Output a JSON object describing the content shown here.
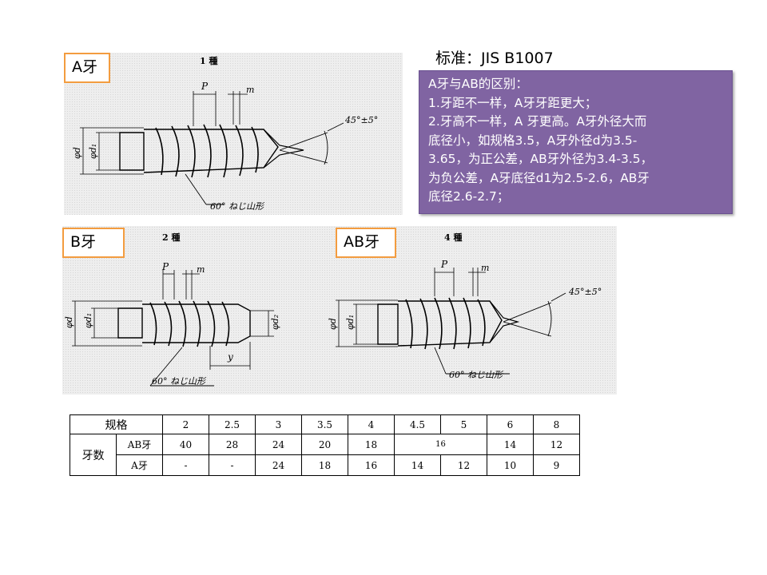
{
  "standard_label": "标准：JIS B1007",
  "note": {
    "lines": [
      "A牙与AB的区别：",
      "1.牙距不一样，A牙牙距更大；",
      "2.牙高不一样，A 牙更高。A牙外径大而",
      "底径小，如规格3.5，A牙外径d为3.5-",
      "3.65，为正公差，AB牙外径为3.4-3.5，",
      "为负公差，A牙底径d1为2.5-2.6，AB牙",
      "底径2.6-2.7；"
    ]
  },
  "tags": {
    "a": "A牙",
    "b": "B牙",
    "ab": "AB牙"
  },
  "drawings": {
    "type1": {
      "title": "1 種",
      "p": "P",
      "m": "m",
      "phi_d": "φd",
      "phi_d1": "φd₁",
      "angle": "45°±5°",
      "thread": "60° ねじ山形"
    },
    "type2": {
      "title": "2 種",
      "p": "P",
      "m": "m",
      "phi_d": "φd",
      "phi_d1": "φd₁",
      "phi_d2": "φd₂",
      "y": "y",
      "thread": "60° ねじ山形"
    },
    "type4": {
      "title": "4 種",
      "p": "P",
      "m": "m",
      "phi_d": "φd",
      "phi_d1": "φd₁",
      "angle": "45°±5°",
      "thread": "60° ねじ山形"
    }
  },
  "table": {
    "spec_header": "规格",
    "sizes": [
      "2",
      "2.5",
      "3",
      "3.5",
      "4",
      "4.5",
      "5",
      "6",
      "8"
    ],
    "group_label": "牙数",
    "ab_label": "AB牙",
    "ab_values": [
      "40",
      "28",
      "24",
      "20",
      "18",
      "16",
      "14",
      "12"
    ],
    "a_label": "A牙",
    "a_values": [
      "-",
      "-",
      "24",
      "18",
      "16",
      "14",
      "12",
      "10",
      "9"
    ]
  }
}
